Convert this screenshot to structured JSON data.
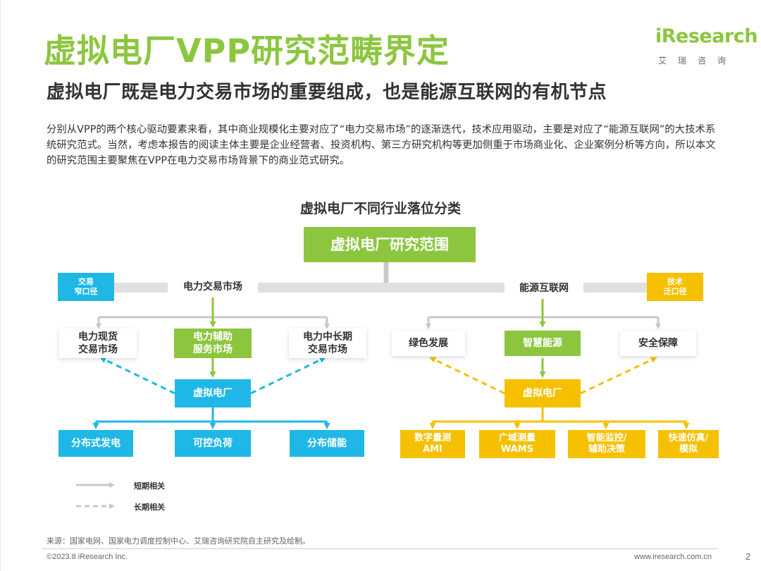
{
  "header": {
    "title": "虚拟电厂VPP研究范畴界定",
    "subtitle": "虚拟电厂既是电力交易市场的重要组成，也是能源互联网的有机节点",
    "intro": "分别从VPP的两个核心驱动要素来看，其中商业规模化主要对应了“电力交易市场”的逐渐迭代，技术应用驱动，主要是对应了“能源互联网”的大技术系统研究范式。当然，考虑本报告的阅读主体主要是企业经营者、投资机构、第三方研究机构等更加侧重于市场商业化、企业案例分析等方向，所以本文的研究范围主要聚焦在VPP在电力交易市场背景下的商业范式研究。"
  },
  "logo": {
    "brand": "iResearch",
    "sub": "艾瑞咨询"
  },
  "diagram": {
    "title": "虚拟电厂不同行业落位分类",
    "root": "虚拟电厂研究范围",
    "left": {
      "tag": "交易\n窄口径",
      "branch": "电力交易市场",
      "items": [
        "电力现货\n交易市场",
        "电力辅助\n服务市场",
        "电力中长期\n交易市场"
      ],
      "center": "虚拟电厂",
      "leaves": [
        "分布式发电",
        "可控负荷",
        "分布储能"
      ]
    },
    "right": {
      "tag": "技术\n泛口径",
      "branch": "能源互联网",
      "items": [
        "绿色发展",
        "智慧能源",
        "安全保障"
      ],
      "center": "虚拟电厂",
      "leaves": [
        "数字量测\nAMI",
        "广域测量\nWAMS",
        "智能监控/\n辅助决策",
        "快速仿真/\n模拟"
      ]
    },
    "legend": {
      "solid": "短期相关",
      "dashed": "长期相关"
    }
  },
  "colors": {
    "green": "#8cc63f",
    "blue": "#1fb8e6",
    "yellow": "#f5c000",
    "gray": "#c8c8c8"
  },
  "footer": {
    "source": "来源：国家电网、国家电力调度控制中心、艾瑞咨询研究院自主研究及绘制。",
    "copyright": "©2023.8 iResearch Inc.",
    "site": "www.iresearch.com.cn",
    "page": "2"
  }
}
